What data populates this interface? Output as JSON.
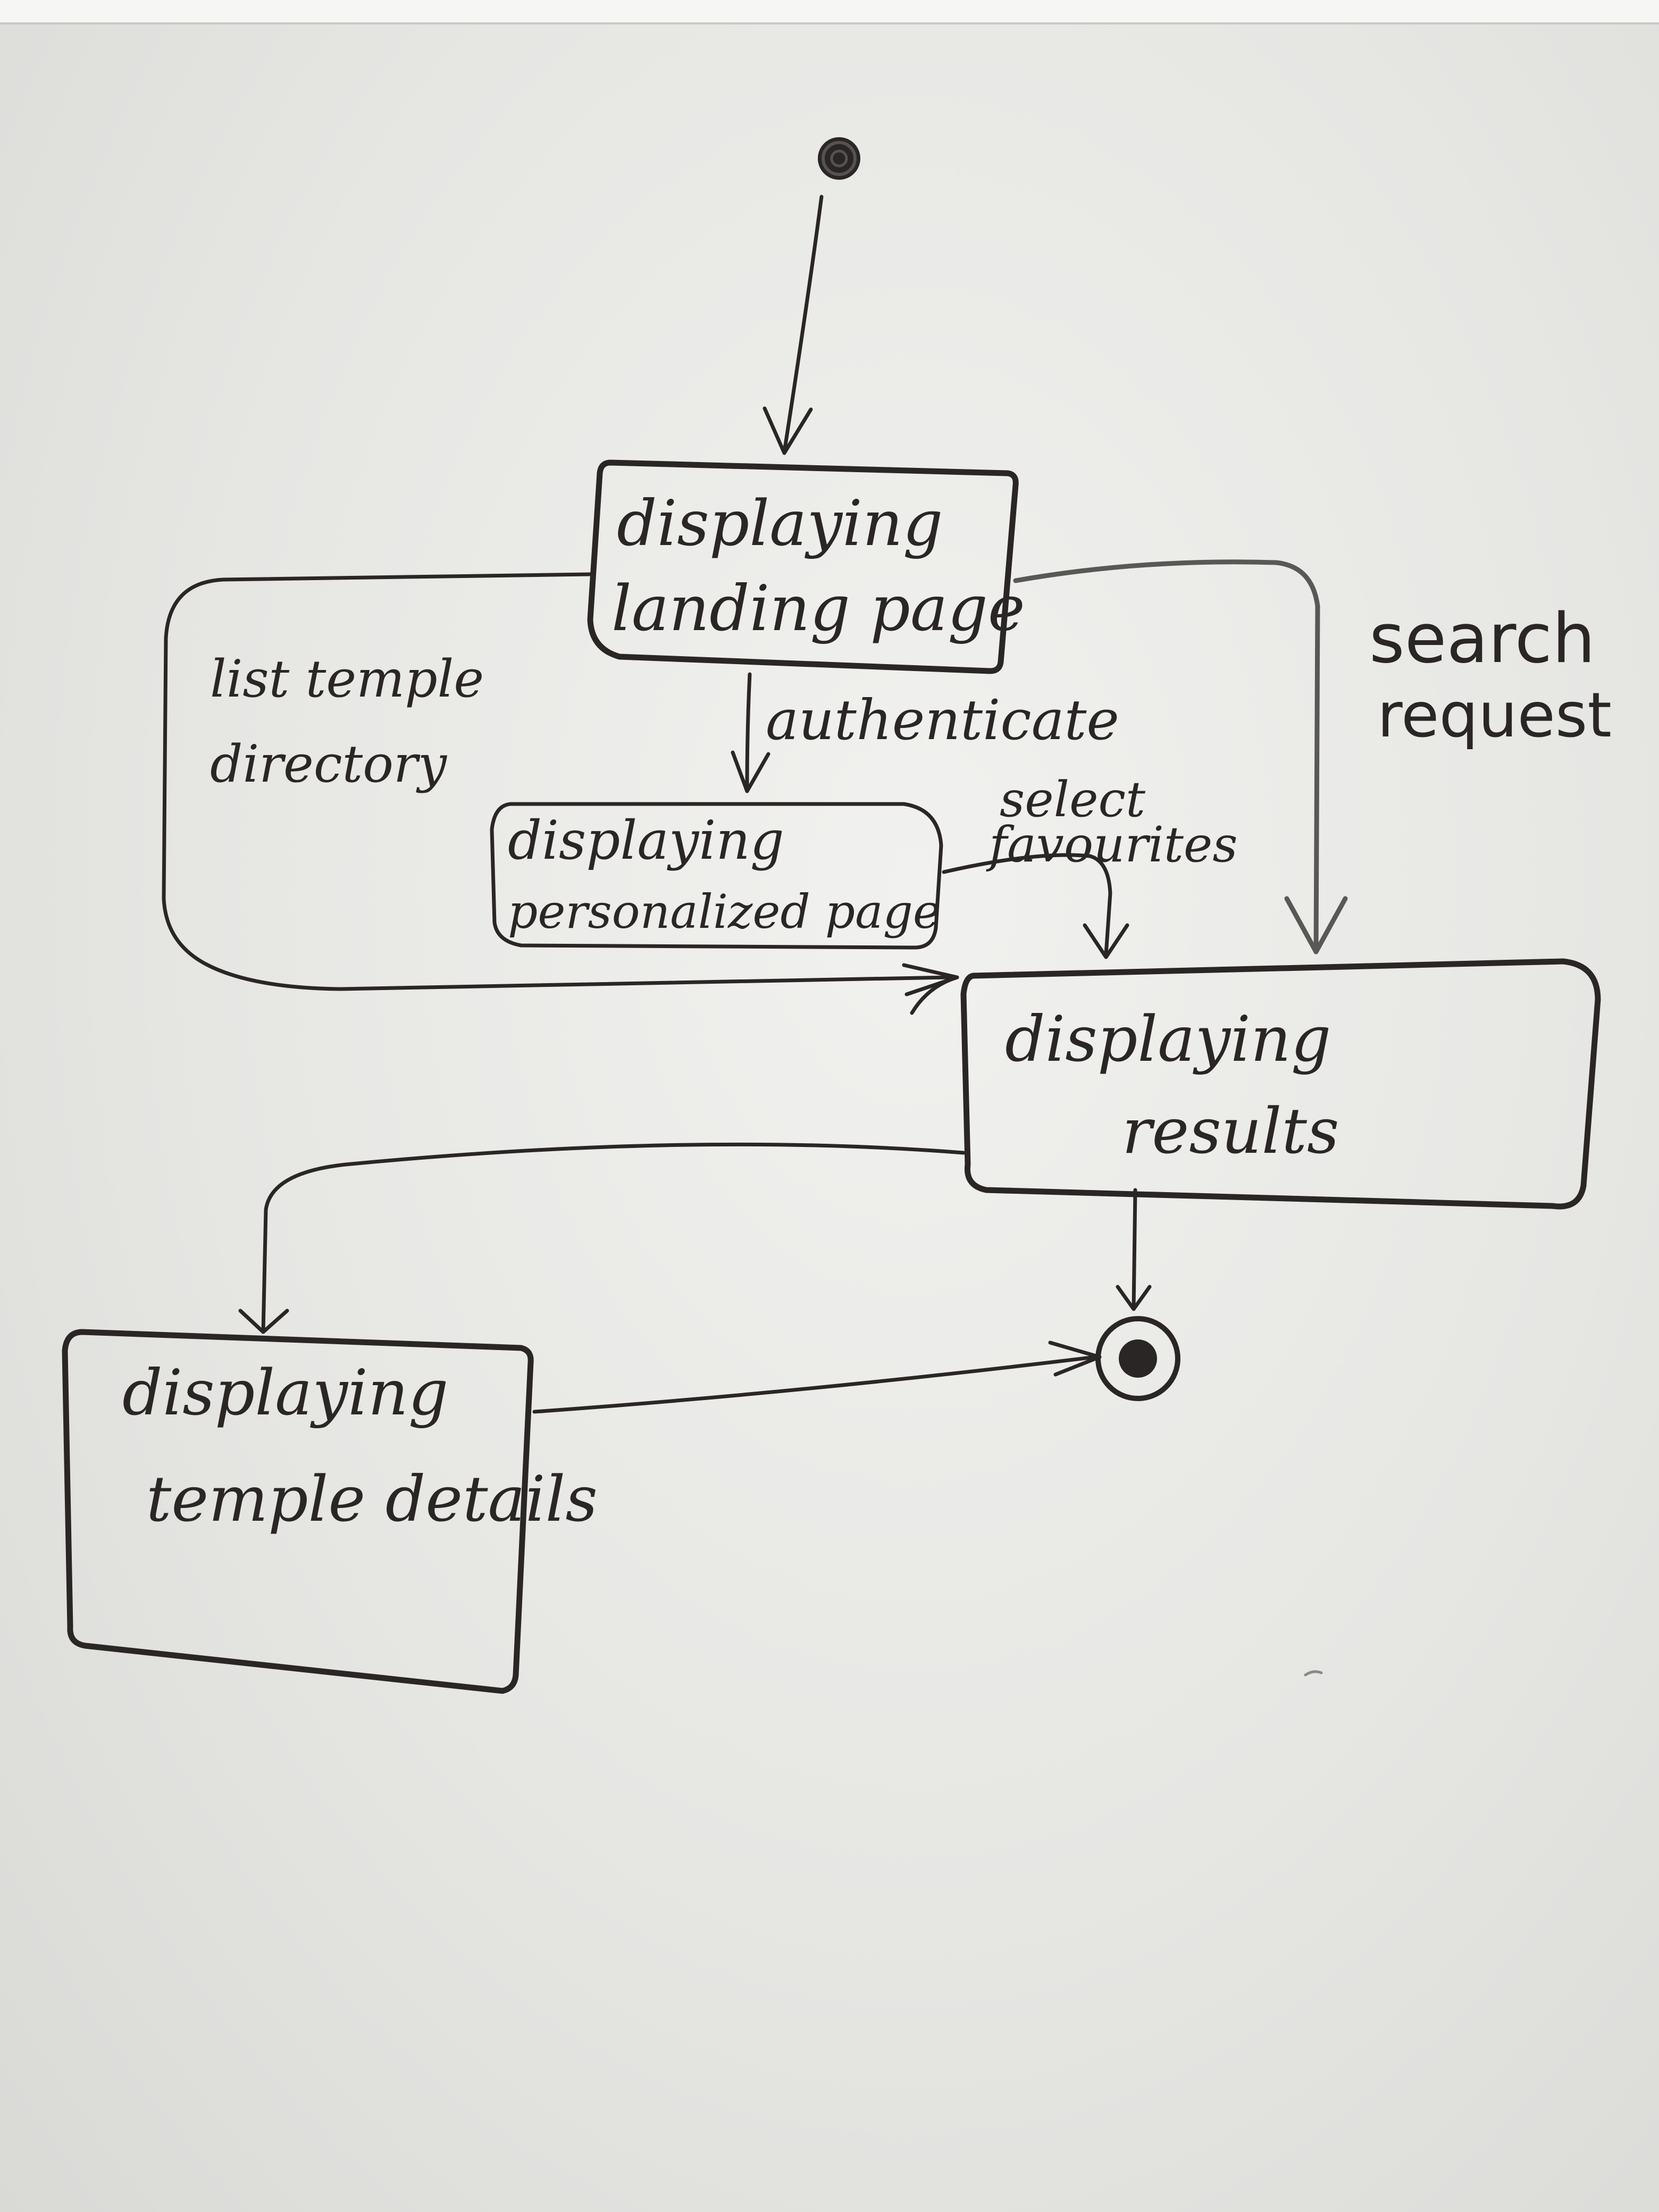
{
  "diagram": {
    "type": "state-machine",
    "states": [
      {
        "id": "landing",
        "lines": [
          "displaying",
          "landing page"
        ]
      },
      {
        "id": "personalized",
        "lines": [
          "displaying",
          "personalized page"
        ]
      },
      {
        "id": "results",
        "lines": [
          "displaying",
          "results"
        ]
      },
      {
        "id": "details",
        "lines": [
          "displaying",
          "temple details"
        ]
      }
    ],
    "transitions": [
      {
        "id": "authenticate",
        "from": "landing",
        "to": "personalized",
        "label": "authenticate"
      },
      {
        "id": "list-temple-directory",
        "from": "landing",
        "to": "results",
        "lines": [
          "list temple",
          "directory"
        ]
      },
      {
        "id": "search-request",
        "from": "landing",
        "to": "results",
        "lines": [
          "search",
          "request"
        ]
      },
      {
        "id": "select-favourites",
        "from": "personalized",
        "to": "results",
        "lines": [
          "select",
          "favourites"
        ]
      },
      {
        "id": "results-to-details",
        "from": "results",
        "to": "details",
        "label": ""
      },
      {
        "id": "results-to-final",
        "from": "results",
        "to": "final",
        "label": ""
      },
      {
        "id": "details-to-final",
        "from": "details",
        "to": "final",
        "label": ""
      }
    ],
    "initial_node": "initial",
    "final_node": "final"
  }
}
